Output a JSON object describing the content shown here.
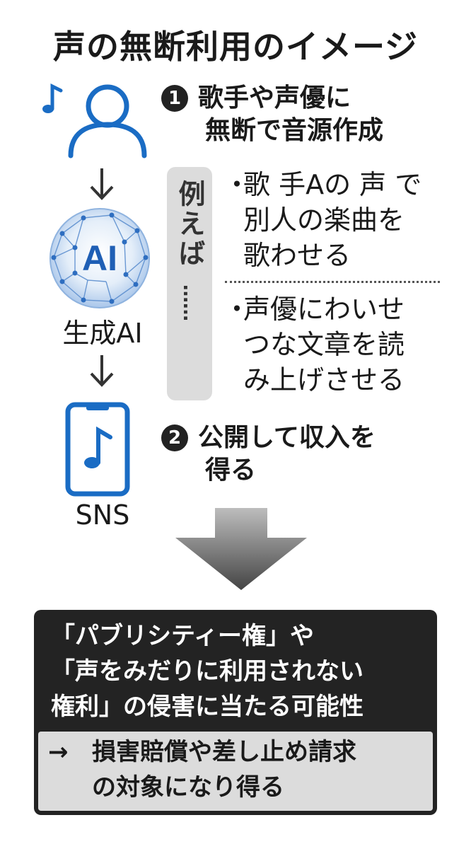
{
  "title": "声の無断利用のイメージ",
  "left_column": {
    "ai_label": "生成AI",
    "ai_icon_text": "AI",
    "sns_label": "SNS",
    "icons": [
      "person-with-music-note-icon",
      "ai-sphere-icon",
      "smartphone-music-icon"
    ]
  },
  "steps": [
    {
      "number": "1",
      "line1": "歌手や声優に",
      "line2": "無断で音源作成"
    },
    {
      "number": "2",
      "line1": "公開して収入を",
      "line2": "得る"
    }
  ],
  "example": {
    "label": "例えば",
    "dots": "……",
    "bullet": "・",
    "items": [
      {
        "lines": [
          "歌 手Aの 声 で",
          "別人の楽曲を",
          "歌わせる"
        ]
      },
      {
        "lines": [
          "声優にわいせ",
          "つな文章を読",
          "み上げさせる"
        ]
      }
    ]
  },
  "conclusion": {
    "lines": [
      "「パブリシティー権」や",
      "「声をみだりに利用されない",
      "権利」の侵害に当たる可能性"
    ],
    "result_arrow": "→",
    "result_lines": [
      "損害賠償や差し止め請求",
      "の対象になり得る"
    ]
  },
  "colors": {
    "icon_blue": "#1a6cc4",
    "dark_box": "#232323",
    "light_gray": "#dcdcdc",
    "arrow_gray": "#555555"
  }
}
